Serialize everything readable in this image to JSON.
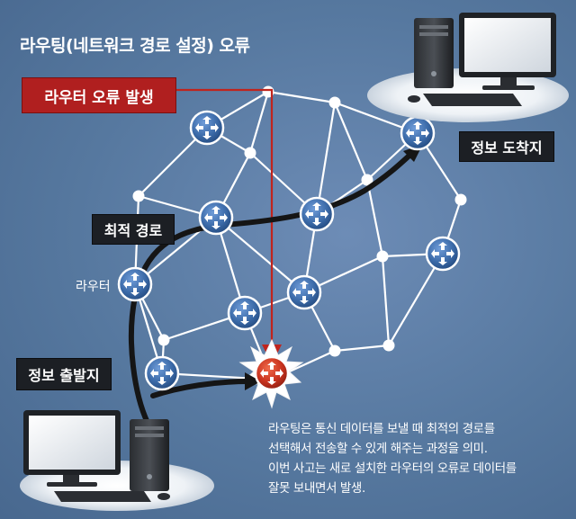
{
  "title": "라우팅(네트워크 경로 설정) 오류",
  "labels": {
    "router_error": "라우터 오류 발생",
    "destination": "정보 도착지",
    "optimal_path": "최적 경로",
    "router": "라우터",
    "origin": "정보 출발지"
  },
  "description": [
    "라우팅은 통신 데이터를 보낼 때 최적의 경로를",
    "선택해서 전송할 수 있게 해주는 과정을 의미.",
    "이번 사고는 새로 설치한 라우터의 오류로 데이터를",
    "잘못 보내면서 발생."
  ],
  "colors": {
    "background": "#56789f",
    "router": "#3b6aa8",
    "error_router": "#c8321e",
    "error_label": "#b01f1f",
    "dark_label": "#1c1f24",
    "path": "#1a1a1a",
    "link": "#ffffff"
  },
  "icons": [
    "router-icon",
    "computer-icon",
    "starburst-icon",
    "arrow-icon"
  ]
}
